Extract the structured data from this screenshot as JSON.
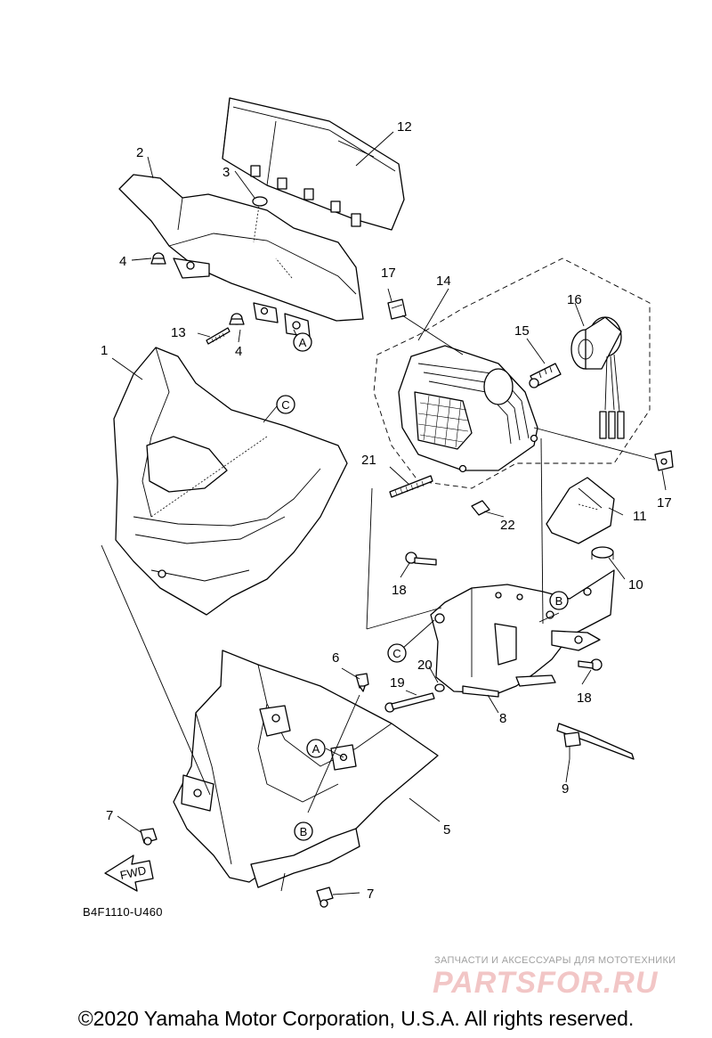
{
  "diagram": {
    "callouts": [
      "1",
      "2",
      "3",
      "4",
      "4",
      "5",
      "6",
      "7",
      "7",
      "8",
      "9",
      "10",
      "11",
      "12",
      "13",
      "14",
      "15",
      "16",
      "17",
      "17",
      "18",
      "18",
      "19",
      "20",
      "21",
      "22"
    ],
    "refs": [
      "A",
      "A",
      "B",
      "B",
      "C",
      "C"
    ],
    "fwd_label": "FWD",
    "code": "B4F1110-U460"
  },
  "watermark": {
    "tagline": "ЗАПЧАСТИ И АКСЕССУАРЫ ДЛЯ МОТОТЕХНИКИ",
    "logo": "PARTSFOR.RU"
  },
  "footer": {
    "copyright": "©2020 Yamaha Motor Corporation, U.S.A. All rights reserved."
  }
}
